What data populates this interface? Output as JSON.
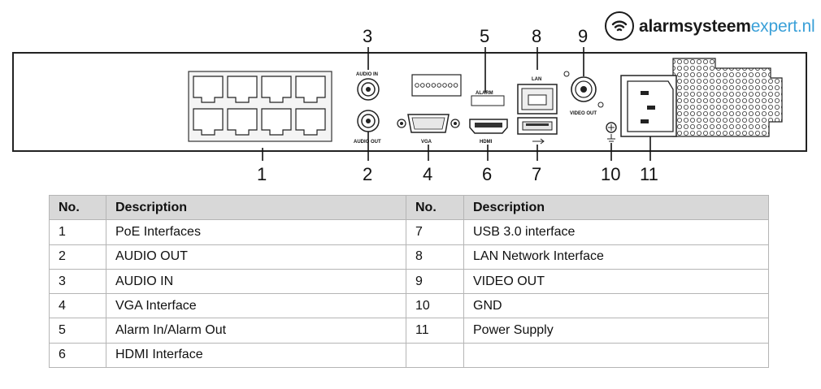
{
  "logo": {
    "bold": "alarmsysteem",
    "light": "expert.nl",
    "icon": "signal-wave-icon"
  },
  "panel": {
    "audio_in": "AUDIO IN",
    "audio_out": "AUDIO OUT",
    "vga": "VGA",
    "alarm": "ALARM",
    "hdmi": "HDMI",
    "lan": "LAN",
    "video_out": "VIDEO OUT"
  },
  "callouts": [
    "1",
    "2",
    "3",
    "4",
    "5",
    "6",
    "7",
    "8",
    "9",
    "10",
    "11"
  ],
  "table": {
    "headers": [
      "No.",
      "Description",
      "No.",
      "Description"
    ],
    "rows": [
      [
        "1",
        "PoE Interfaces",
        "7",
        "USB 3.0 interface"
      ],
      [
        "2",
        "AUDIO OUT",
        "8",
        "LAN Network Interface"
      ],
      [
        "3",
        "AUDIO IN",
        "9",
        "VIDEO OUT"
      ],
      [
        "4",
        "VGA Interface",
        "10",
        "GND"
      ],
      [
        "5",
        "Alarm In/Alarm Out",
        "11",
        "Power Supply"
      ],
      [
        "6",
        "HDMI Interface",
        "",
        ""
      ]
    ]
  }
}
